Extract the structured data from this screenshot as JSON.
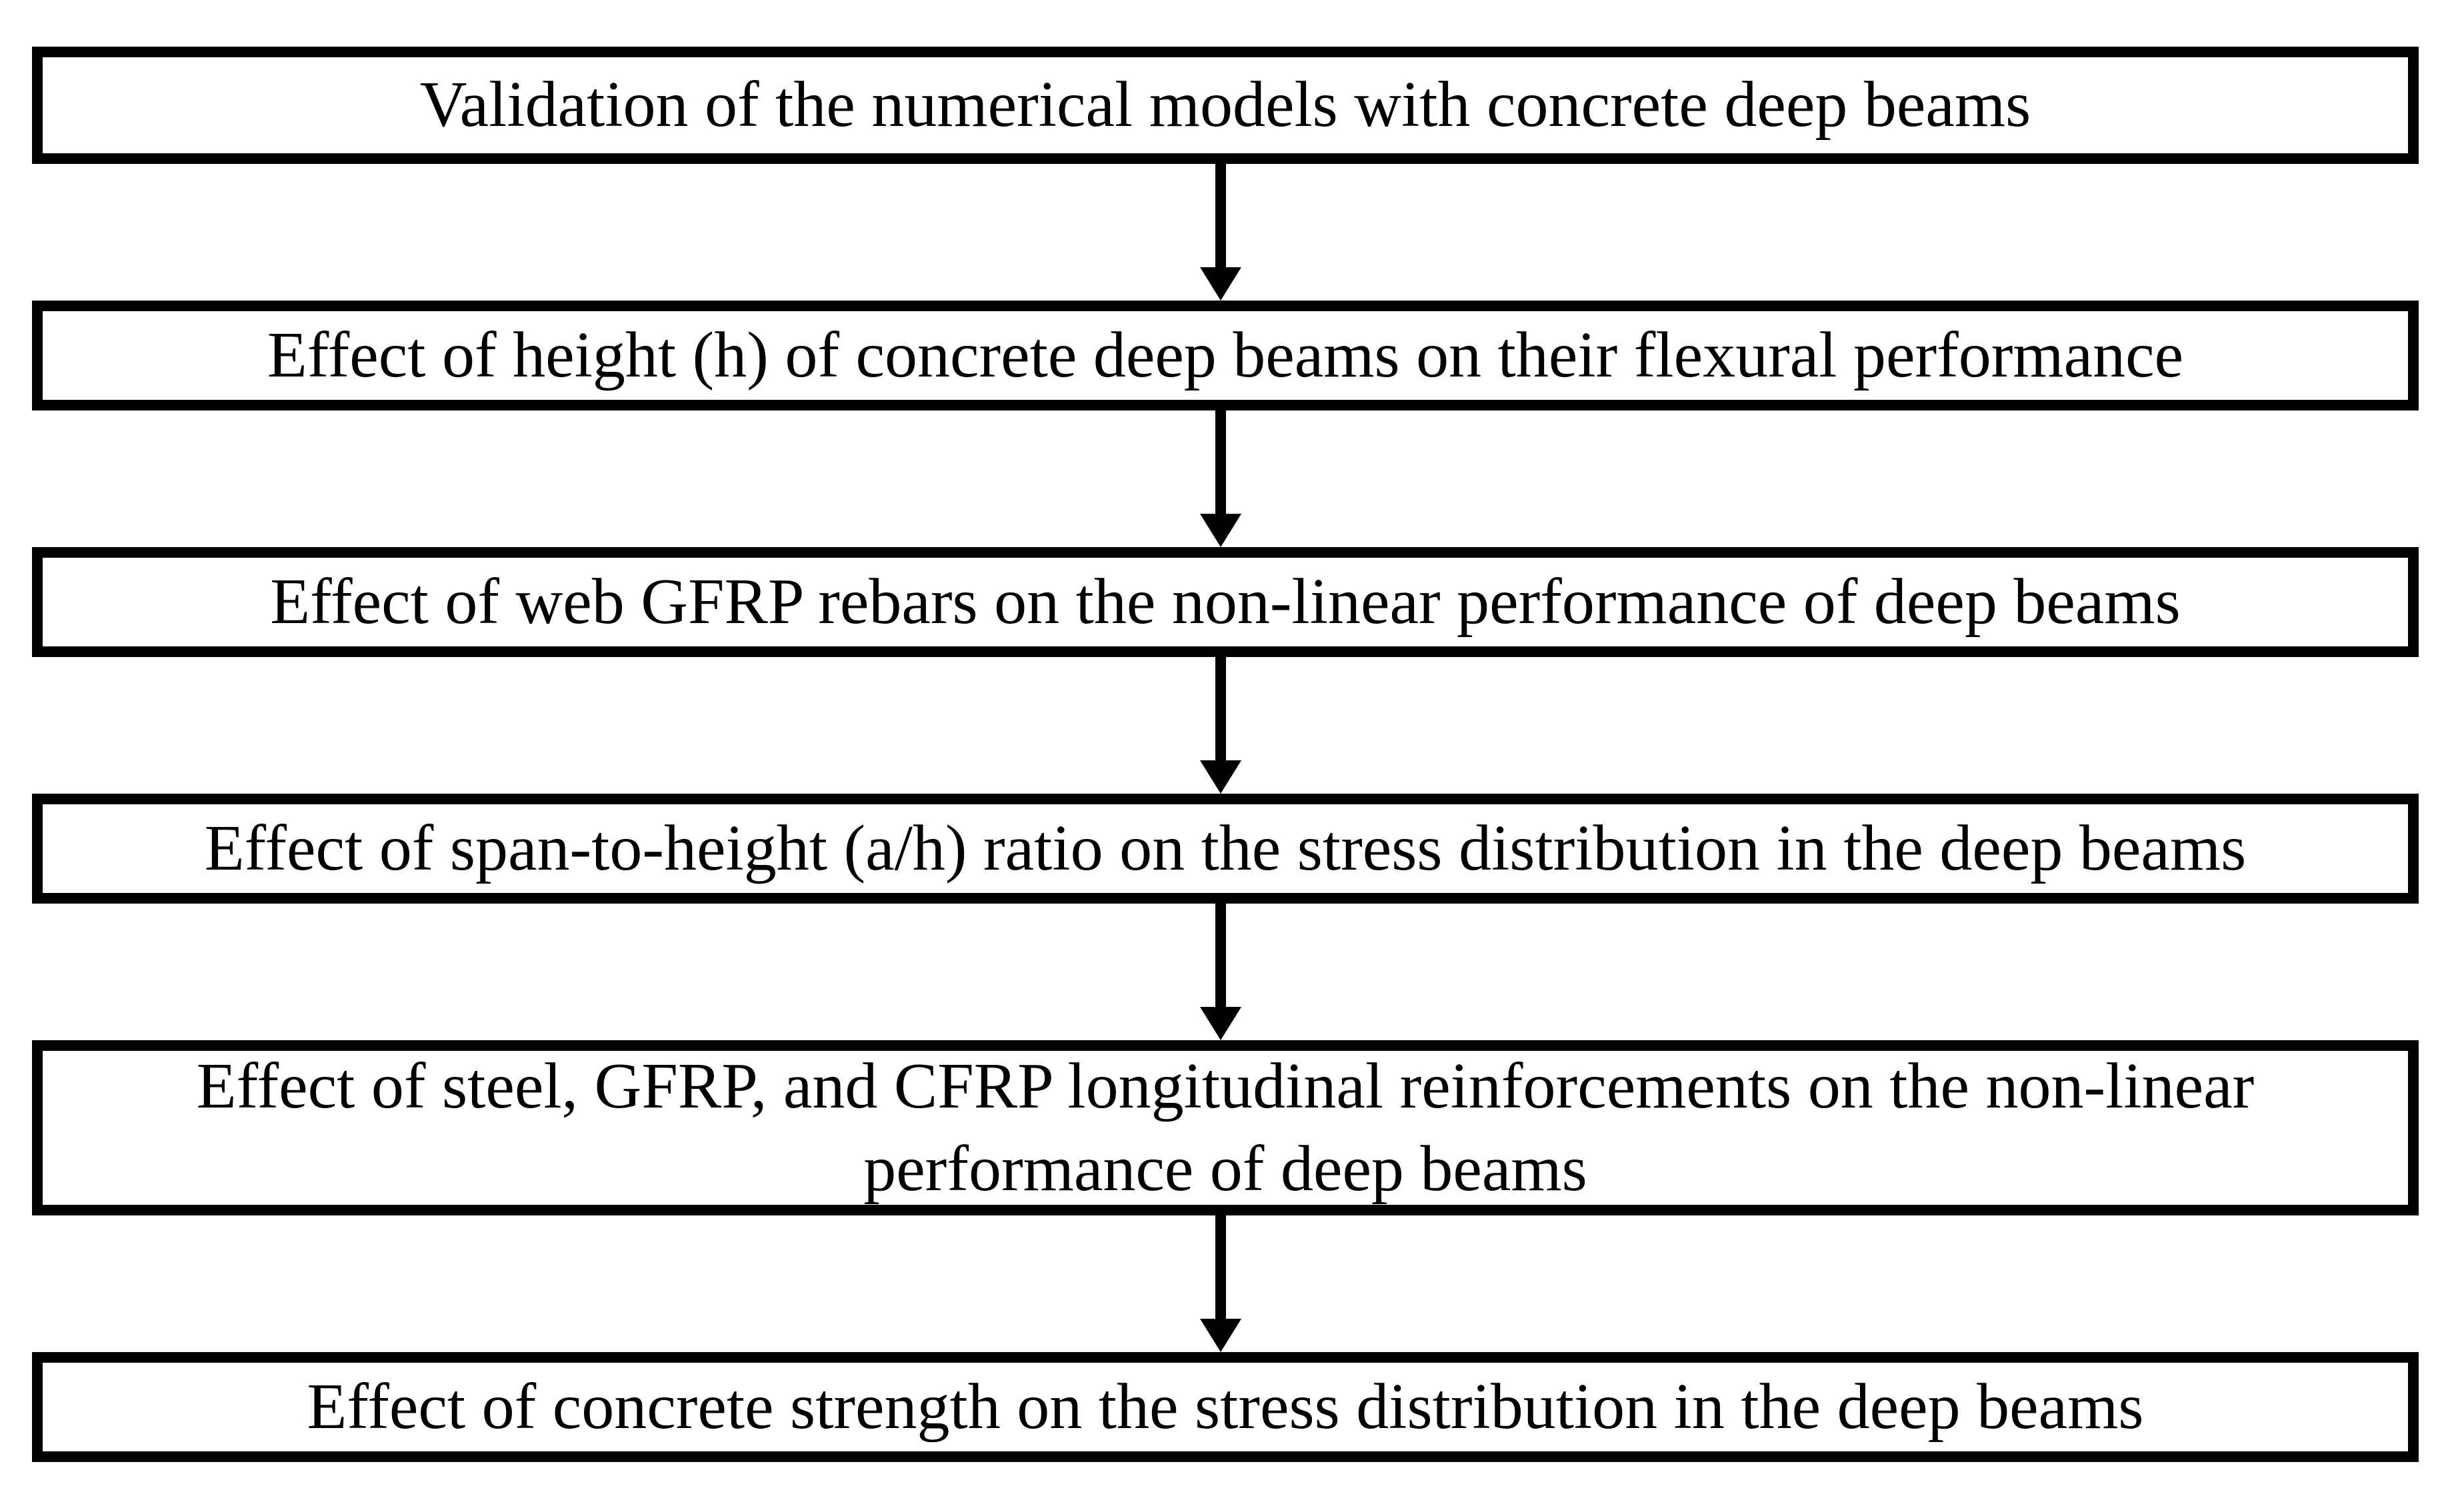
{
  "figure": {
    "type": "flowchart",
    "direction": "top-down",
    "background_color": "#ffffff",
    "box_border_color": "#000000",
    "text_color": "#000000",
    "connector_style": "solid-down-arrow",
    "steps": [
      {
        "label": "Validation of the numerical models with concrete deep beams"
      },
      {
        "label": "Effect of height (h) of concrete deep beams on their flexural performance"
      },
      {
        "label": "Effect of web GFRP rebars on the non-linear performance of deep beams"
      },
      {
        "label": "Effect of span-to-height (a/h) ratio on the stress distribution in the deep beams"
      },
      {
        "label": "Effect of steel, GFRP, and CFRP longitudinal reinforcements on the non-linear performance of deep beams"
      },
      {
        "label": "Effect of concrete strength on the stress distribution in the deep beams"
      }
    ]
  }
}
